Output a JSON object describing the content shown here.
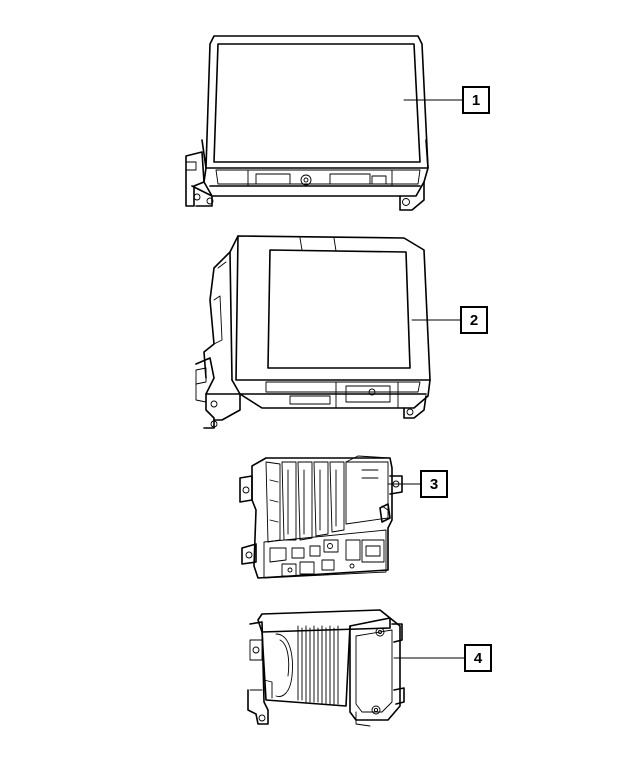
{
  "callouts": [
    {
      "id": "part-1",
      "label": "1"
    },
    {
      "id": "part-2",
      "label": "2"
    },
    {
      "id": "part-3",
      "label": "3"
    },
    {
      "id": "part-4",
      "label": "4"
    }
  ]
}
